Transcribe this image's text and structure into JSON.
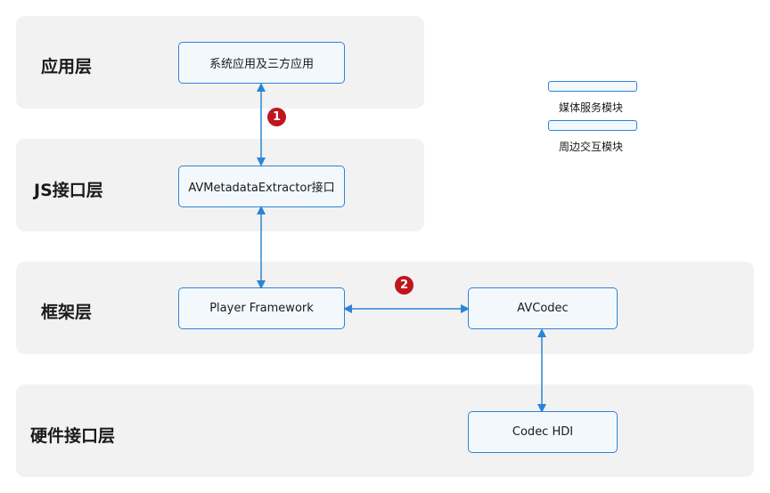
{
  "layers": {
    "application": "应用层",
    "js_interface": "JS接口层",
    "framework": "框架层",
    "hardware_interface": "硬件接口层"
  },
  "modules": {
    "system_apps": "系统应用及三方应用",
    "extractor_interface": "AVMetadataExtractor接口",
    "player_framework": "Player Framework",
    "avcodec": "AVCodec",
    "codec_hdi": "Codec HDI"
  },
  "legend": {
    "media_service": "媒体服务模块",
    "interaction": "周边交互模块"
  },
  "badges": {
    "one": "1",
    "two": "2"
  },
  "colors": {
    "layer_bg": "#f2f2f2",
    "box_border": "#2c84d6",
    "box_fill": "#f3f8fd",
    "arrow": "#2c84d6",
    "badge": "#c0161d"
  }
}
